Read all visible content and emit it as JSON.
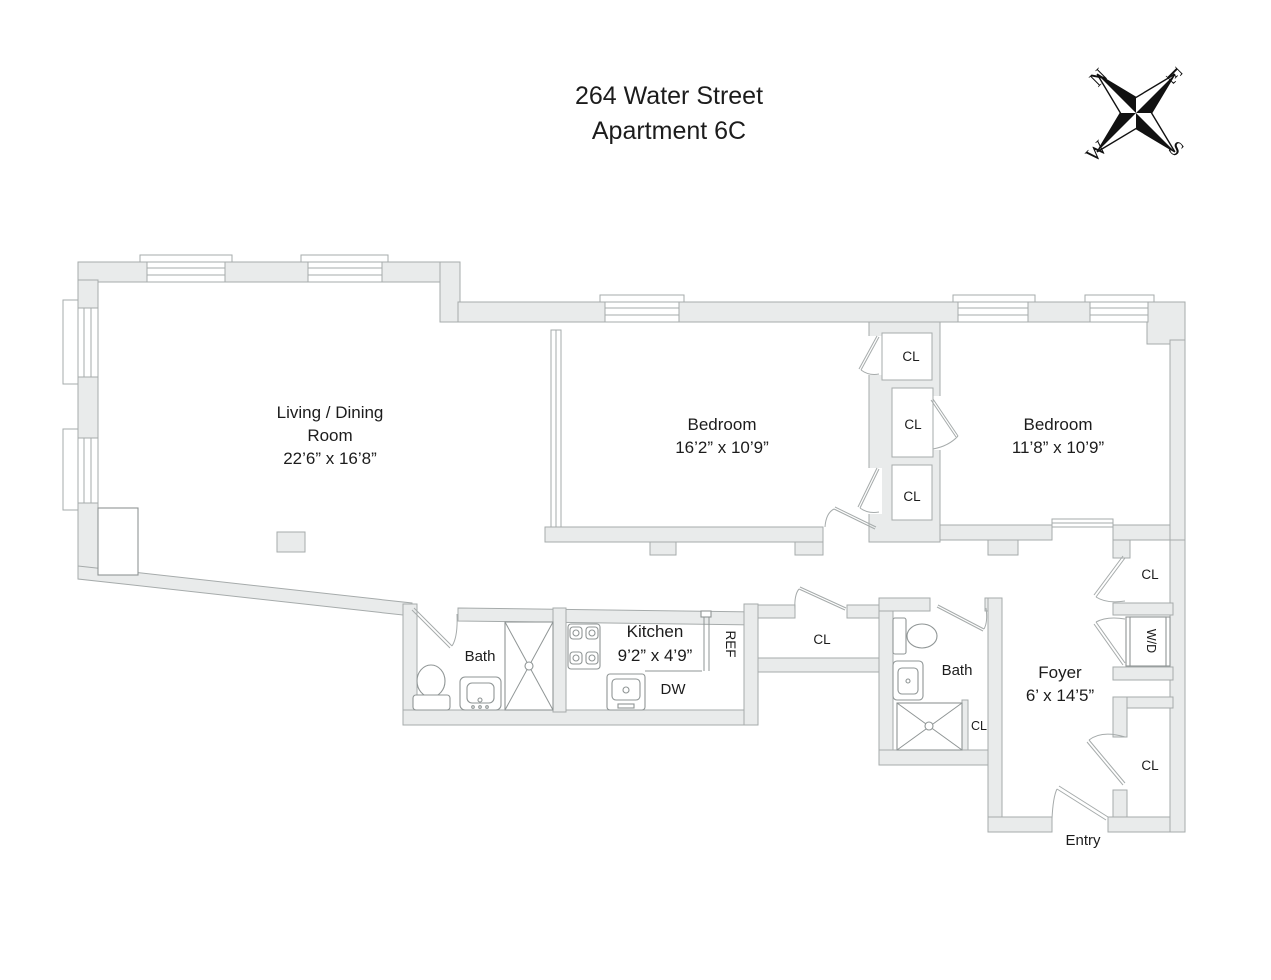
{
  "title": {
    "line1": "264 Water Street",
    "line2": "Apartment 6C"
  },
  "compass": {
    "north": "N",
    "east": "E",
    "south": "S",
    "west": "W"
  },
  "rooms": {
    "living_dining": {
      "name_line1": "Living / Dining",
      "name_line2": "Room",
      "dims": "22’6” x 16’8”"
    },
    "bedroom_1": {
      "name": "Bedroom",
      "dims": "16’2” x 10’9”"
    },
    "bedroom_2": {
      "name": "Bedroom",
      "dims": "11’8” x 10’9”"
    },
    "kitchen": {
      "name": "Kitchen",
      "dims": "9’2” x 4’9”"
    },
    "foyer": {
      "name": "Foyer",
      "dims": "6’ x 14’5”"
    },
    "bath_1": {
      "name": "Bath"
    },
    "bath_2": {
      "name": "Bath"
    }
  },
  "labels": {
    "closet": "CL",
    "refrigerator": "REF",
    "dishwasher": "DW",
    "washer_dryer": "W/D",
    "entry": "Entry"
  },
  "colors": {
    "wall_fill": "#e9ebeb",
    "wall_stroke": "#a6abab",
    "fixture_stroke": "#8f9595",
    "text_color": "#1c1c1c"
  }
}
